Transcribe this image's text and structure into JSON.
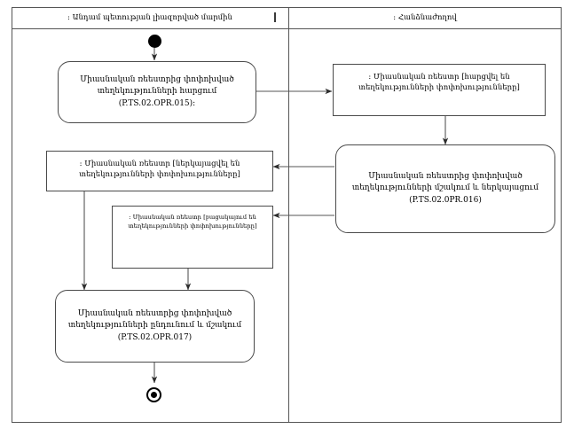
{
  "diagram": {
    "type": "uml-activity-diagram",
    "title": "",
    "background_color": "#ffffff",
    "line_color": "#555555",
    "text_color": "#000000"
  },
  "swimlanes": [
    {
      "id": "lane-left",
      "label": ": Անդամ պետության լիազորված մարմին"
    },
    {
      "id": "lane-right",
      "label": ": Հանձնաժողով"
    }
  ],
  "nodes": {
    "initial": {
      "name": "initial-node",
      "kind": "initial"
    },
    "final": {
      "name": "final-node",
      "kind": "final"
    },
    "activity_request": {
      "kind": "activity",
      "text": "Միասնական ռեեստրից փոփոխված տեղեկությունների հարցում (P.TS.02.OPR.015):"
    },
    "object_requested": {
      "kind": "object",
      "text": ": Միասնական ռեեստր [հարցվել են տեղեկությունների փոփոխությունները]"
    },
    "activity_process": {
      "kind": "activity",
      "text": "Միասնական ռեեստրից փոփոխված տեղեկությունների մշակում և ներկայացում (P.TS.02.0PR.016)"
    },
    "object_presented": {
      "kind": "object",
      "text": ": Միասնական ռեեստր [ներկայացվել են տեղեկությունների փոփոխությունները]"
    },
    "object_absent": {
      "kind": "object",
      "text": ": Միասնական ռեեստր [բացակայում են տեղեկությունների փոփոխությունները]"
    },
    "activity_receive": {
      "kind": "activity",
      "text": "Միասնական ռեեստրից փոփոխված տեղեկությունների ընդունում և մշակում (P.TS.02.OPR.017)"
    }
  },
  "edges": [
    {
      "name": "edge-initial-to-request",
      "from": "initial",
      "to": "activity_request"
    },
    {
      "name": "edge-request-to-object-requested",
      "from": "activity_request",
      "to": "object_requested"
    },
    {
      "name": "edge-object-requested-to-process",
      "from": "object_requested",
      "to": "activity_process"
    },
    {
      "name": "edge-process-to-object-presented",
      "from": "activity_process",
      "to": "object_presented"
    },
    {
      "name": "edge-process-to-object-absent",
      "from": "activity_process",
      "to": "object_absent"
    },
    {
      "name": "edge-object-presented-to-receive",
      "from": "object_presented",
      "to": "activity_receive"
    },
    {
      "name": "edge-object-absent-to-receive",
      "from": "object_absent",
      "to": "activity_receive"
    },
    {
      "name": "edge-receive-to-final",
      "from": "activity_receive",
      "to": "final"
    }
  ]
}
